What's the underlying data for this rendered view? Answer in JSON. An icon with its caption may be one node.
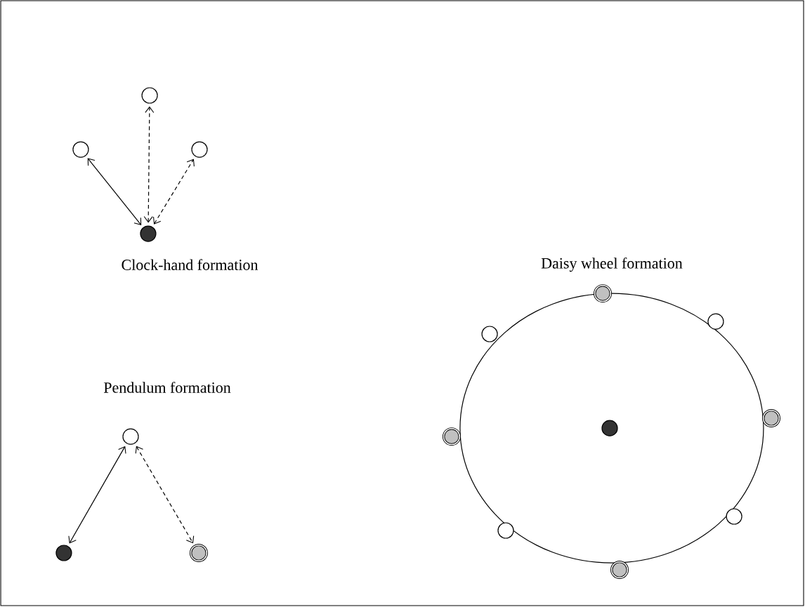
{
  "diagram": {
    "nodes": [
      {
        "text": [],
        "shape": "circle"
      },
      {
        "text": [],
        "shape": "circle"
      },
      {
        "text": [],
        "shape": "circle"
      },
      {
        "text": [],
        "shape": "circle"
      },
      {
        "text": [],
        "shape": "circle"
      },
      {
        "text": [],
        "shape": "circle"
      },
      {
        "text": [],
        "shape": "circle"
      },
      {
        "text": [],
        "shape": "circle"
      },
      {
        "text": [],
        "shape": "circle"
      },
      {
        "text": [],
        "shape": "circle"
      },
      {
        "text": [],
        "shape": "circle"
      },
      {
        "text": [],
        "shape": "circle"
      },
      {
        "text": [],
        "shape": "circle"
      },
      {
        "text": [],
        "shape": "circle"
      },
      {
        "text": [],
        "shape": "circle"
      },
      {
        "text": [],
        "shape": "circle"
      }
    ],
    "edges": [
      {
        "from": 3,
        "to": 1,
        "arrow": "both"
      },
      {
        "from": 3,
        "to": 0,
        "arrow": "both",
        "style": "dashed"
      },
      {
        "from": 3,
        "to": 2,
        "arrow": "both",
        "style": "dashed"
      },
      {
        "from": 4,
        "to": 5,
        "arrow": "both"
      },
      {
        "from": 4,
        "to": 6,
        "arrow": "both",
        "style": "dashed"
      }
    ],
    "labels": [
      "Clock-hand formation",
      "Daisy wheel formation",
      "Pendulum formation"
    ]
  }
}
